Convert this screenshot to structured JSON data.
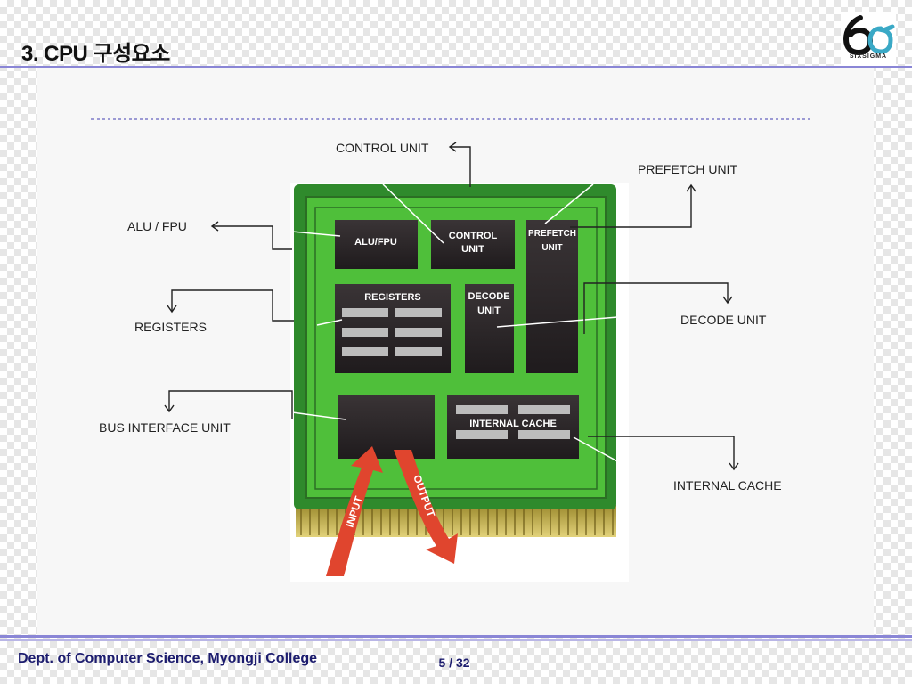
{
  "slide": {
    "title": "3. CPU 구성요소"
  },
  "logo": {
    "text": "SIXSIGMA",
    "icon": "sixsigma-logo-icon",
    "color_primary": "#111111",
    "color_accent": "#3aa9c6"
  },
  "callouts": {
    "control_unit": "CONTROL UNIT",
    "prefetch_unit": "PREFETCH UNIT",
    "alu_fpu": "ALU / FPU",
    "registers": "REGISTERS",
    "decode_unit": "DECODE UNIT",
    "bus_interface_unit": "BUS INTERFACE UNIT",
    "internal_cache": "INTERNAL CACHE"
  },
  "chip": {
    "blocks": {
      "alu_fpu": "ALU/FPU",
      "control_unit_line1": "CONTROL",
      "control_unit_line2": "UNIT",
      "prefetch_line1": "PREFETCH",
      "prefetch_line2": "UNIT",
      "registers": "REGISTERS",
      "decode_line1": "DECODE",
      "decode_line2": "UNIT",
      "internal_cache": "INTERNAL CACHE"
    },
    "arrows": {
      "input": "INPUT",
      "output": "OUTPUT"
    },
    "colors": {
      "board": "#2f8a2c",
      "board_inner": "#4fbf3a",
      "block": "#2a2527",
      "arrow": "#e0452e"
    }
  },
  "footer": {
    "department": "Dept. of Computer Science, Myongji College",
    "page": "5 / 32"
  },
  "theme": {
    "rule_color": "#8a86d6",
    "footer_text_color": "#1c1c6e"
  }
}
